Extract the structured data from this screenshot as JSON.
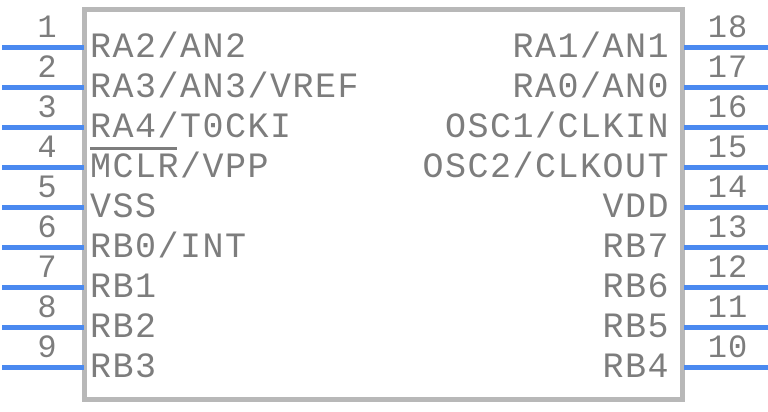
{
  "chip": {
    "type": "ic-pinout-diagram",
    "left_pins": [
      {
        "num": "1",
        "label": "RA2/AN2"
      },
      {
        "num": "2",
        "label": "RA3/AN3/VREF"
      },
      {
        "num": "3",
        "label": "RA4/T0CKI"
      },
      {
        "num": "4",
        "label_bar": "MCLR",
        "label_rest": "/VPP"
      },
      {
        "num": "5",
        "label": "VSS"
      },
      {
        "num": "6",
        "label": "RB0/INT"
      },
      {
        "num": "7",
        "label": "RB1"
      },
      {
        "num": "8",
        "label": "RB2"
      },
      {
        "num": "9",
        "label": "RB3"
      }
    ],
    "right_pins": [
      {
        "num": "18",
        "label": "RA1/AN1"
      },
      {
        "num": "17",
        "label": "RA0/AN0"
      },
      {
        "num": "16",
        "label": "OSC1/CLKIN"
      },
      {
        "num": "15",
        "label": "OSC2/CLKOUT"
      },
      {
        "num": "14",
        "label": "VDD"
      },
      {
        "num": "13",
        "label": "RB7"
      },
      {
        "num": "12",
        "label": "RB6"
      },
      {
        "num": "11",
        "label": "RB5"
      },
      {
        "num": "10",
        "label": "RB4"
      }
    ],
    "colors": {
      "pin_line": "#4a89f0",
      "text": "#7d7d7d",
      "body_border": "#b8b8b8",
      "background": "#ffffff"
    }
  }
}
